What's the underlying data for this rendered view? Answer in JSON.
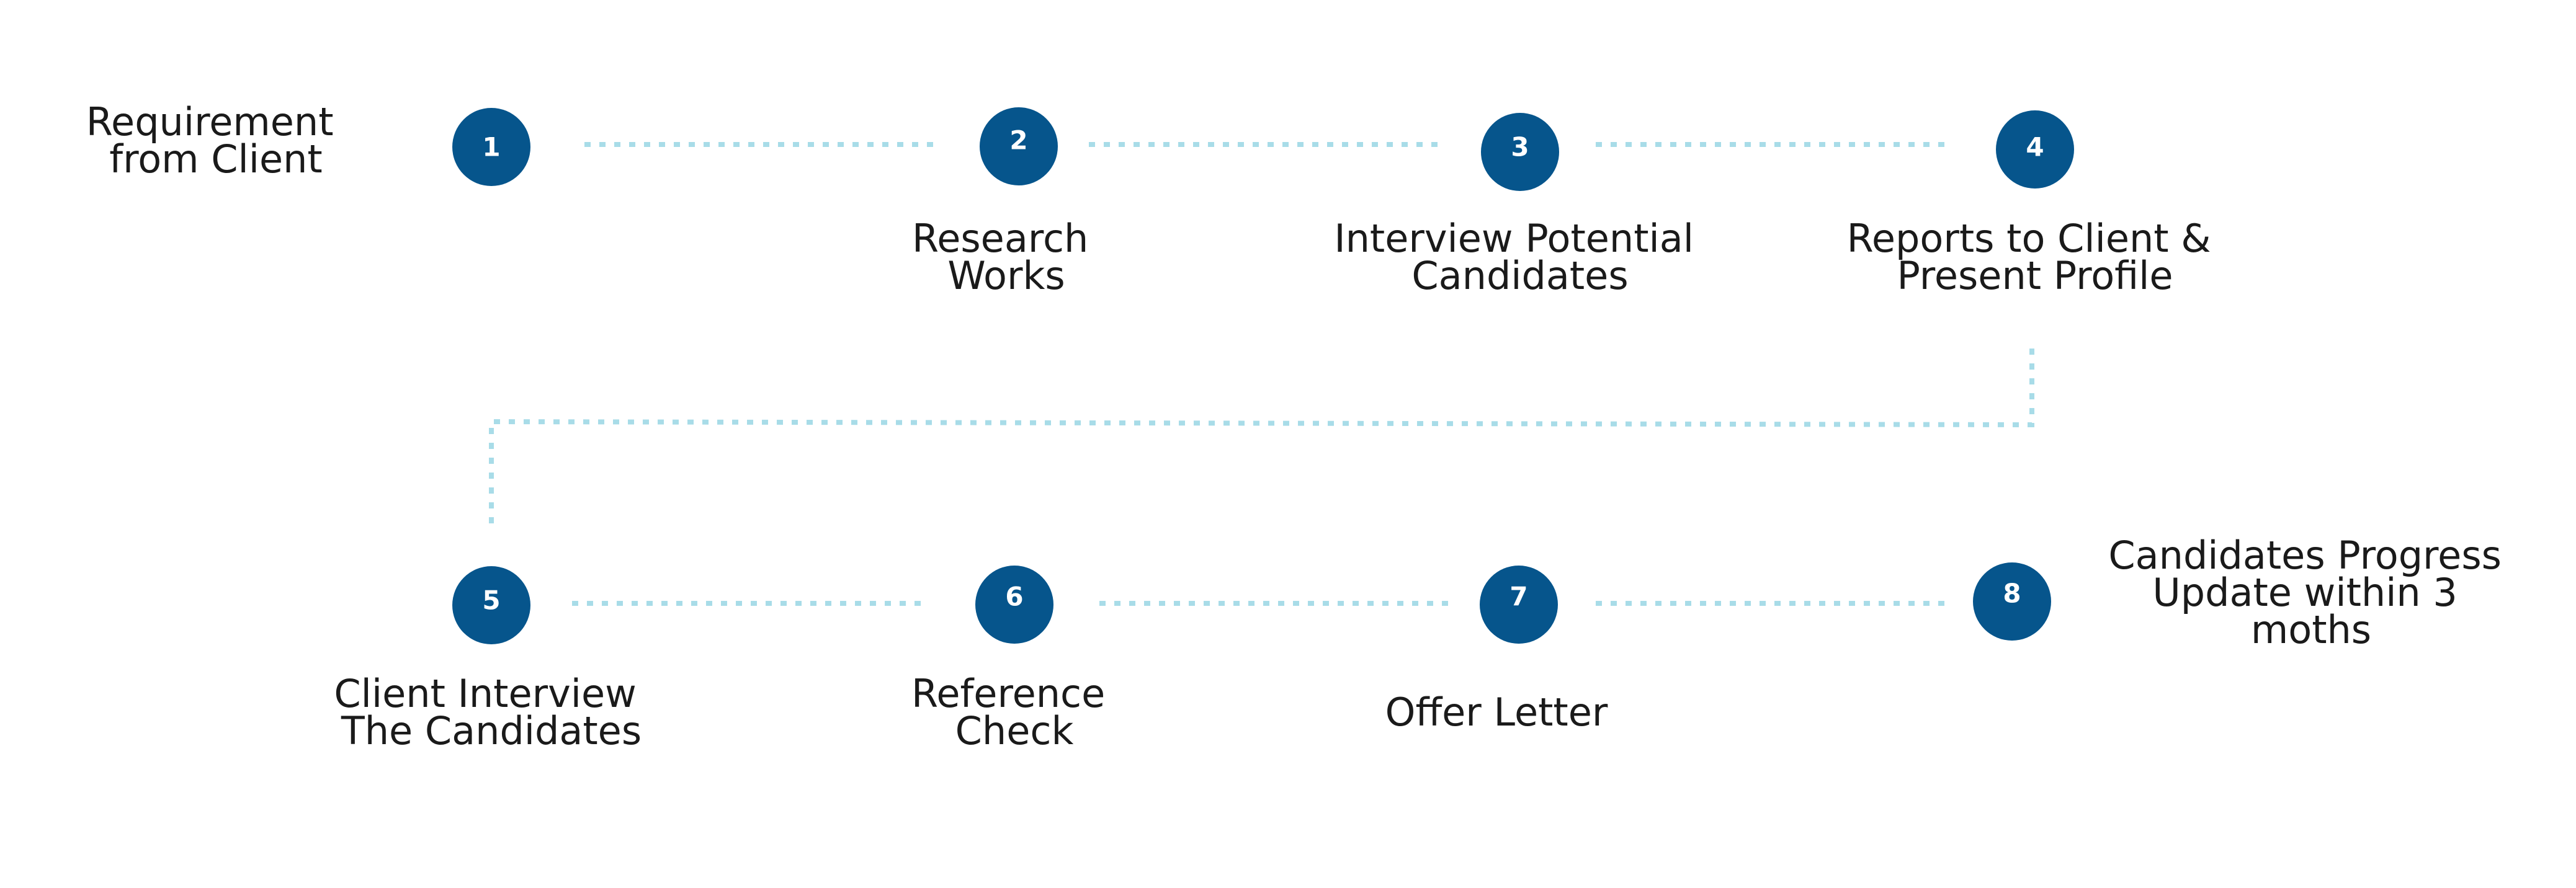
{
  "steps": [
    {
      "number": "1",
      "label_lines": [
        "Requirement",
        "from Client"
      ]
    },
    {
      "number": "2",
      "label_lines": [
        "Research",
        "Works"
      ]
    },
    {
      "number": "3",
      "label_lines": [
        "Interview Potential",
        "Candidates"
      ]
    },
    {
      "number": "4",
      "label_lines": [
        "Reports to Client &",
        "Present Profile"
      ]
    },
    {
      "number": "5",
      "label_lines": [
        "Client Interview",
        "The Candidates"
      ]
    },
    {
      "number": "6",
      "label_lines": [
        "Reference",
        "Check"
      ]
    },
    {
      "number": "7",
      "label_lines": [
        "Offer Letter"
      ]
    },
    {
      "number": "8",
      "label_lines": [
        "Candidates Progress",
        "Update within 3",
        "moths"
      ]
    }
  ],
  "colors": {
    "circle": "#06558c",
    "connector": "#a8dce8",
    "number_text": "#ffffff",
    "label_text": "#1a1a1a"
  }
}
